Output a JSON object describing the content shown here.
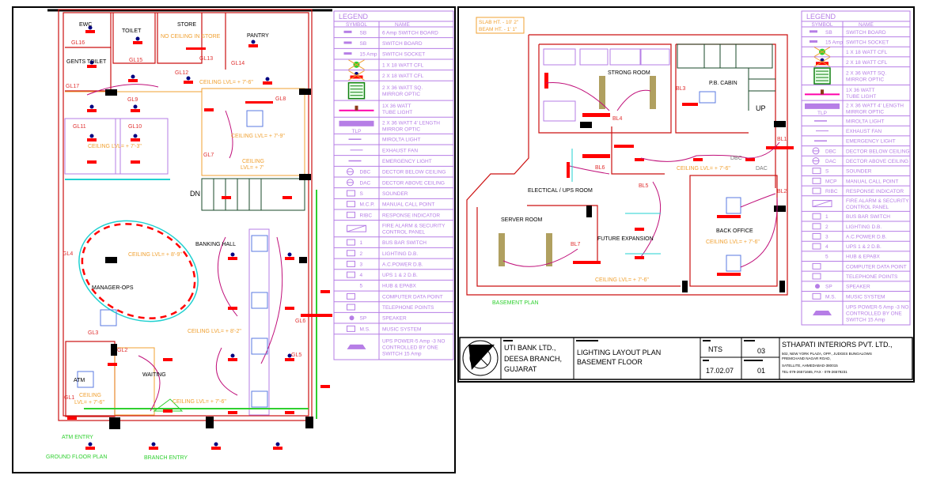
{
  "colors": {
    "wall": "#cc1010",
    "legend": "#b67ee6",
    "ceiling_text": "#f0a030",
    "circuit_label": "#e03030",
    "plan_label": "#30d030",
    "wire": "#c0107a",
    "fixture_bar": "#ff0000"
  },
  "ground_floor": {
    "title": "GROUND FLOOR PLAN",
    "rooms": {
      "ewc": "EWC",
      "toilet": "TOILET",
      "store": "STORE",
      "store_note": "NO CEILING IN STORE",
      "pantry": "PANTRY",
      "gents_toilet": "GENTS TOILET",
      "dn": "DN",
      "banking_hall": "BANKING HALL",
      "manager_ops": "MANAGER-OPS",
      "waiting": "WAITING",
      "atm": "ATM",
      "atm_entry": "ATM ENTRY",
      "branch_entry": "BRANCH ENTRY"
    },
    "ceilings": {
      "c1": "CEILING LVL= + 7'-6\"",
      "c2": "CEILING LVL= + 7'-9\"",
      "c3": "CEILING LVL= + 7'-3\"",
      "c4a": "CEILING",
      "c4b": "LVL= + 7'",
      "c5": "CEILING LVL= + 8'-9\"",
      "c6": "CEILING LVL= + 8'-2\"",
      "c7a": "CEILING",
      "c7b": "LVL= + 7'-6\"",
      "c8": "CEILING LVL= + 7'-6\""
    },
    "circuits": {
      "gl1": "GL1",
      "gl2": "GL2",
      "gl3": "GL3",
      "gl4": "GL4",
      "gl5": "GL5",
      "gl6": "GL6",
      "gl7": "GL7",
      "gl8": "GL8",
      "gl9": "GL9",
      "gl10": "GL10",
      "gl11": "GL11",
      "gl12": "GL12",
      "gl13": "GL13",
      "gl14": "GL14",
      "gl15": "GL15",
      "gl16": "GL16",
      "gl17": "GL17"
    }
  },
  "basement": {
    "title": "BASEMENT PLAN",
    "slab": "SLAB HT. - 10' 2\"",
    "beam": "BEAM HT. - 1' 1\"",
    "rooms": {
      "strong_room": "STRONG ROOM",
      "pb_cabin": "P.B. CABIN",
      "up": "UP",
      "electrical": "ELECTICAL / UPS ROOM",
      "server_room": "SERVER ROOM",
      "future": "FUTURE EXPANSION",
      "back_office": "BACK OFFICE",
      "dbc": "DBC",
      "dac": "DAC"
    },
    "ceilings": {
      "c1": "CEILING LVL= + 7'-6\"",
      "c2": "CEILING LVL= + 7'-6\"",
      "c3": "CEILING LVL= + 7'-6\""
    },
    "circuits": {
      "bl1": "BL1",
      "bl2": "BL2",
      "bl3": "BL3",
      "bl4": "BL4",
      "bl5": "BL5",
      "bl6": "BL6",
      "bl7": "BL7"
    }
  },
  "legend_left": {
    "title": "LEGEND",
    "col_symbol": "SYMBOL",
    "col_name": "NAME",
    "rows": [
      {
        "icon": "switch-board-6a-icon",
        "sym": "SB",
        "name": [
          "6 Amp SWITCH BOARD"
        ]
      },
      {
        "icon": "switch-board-icon",
        "sym": "SB",
        "name": [
          "SWITCH BOARD"
        ]
      },
      {
        "icon": "switch-socket-icon",
        "sym": "15 Amp",
        "name": [
          "SWITCH SOCKET"
        ]
      },
      {
        "icon": "cfl-1x18-icon",
        "sym": "",
        "name": [
          "1 X 18 WATT CFL"
        ]
      },
      {
        "icon": "cfl-2x18-icon",
        "sym": "",
        "name": [
          "2 X 18 WATT CFL"
        ]
      },
      {
        "icon": "square-mirror-optic-icon",
        "sym": "",
        "name": [
          "2 X 36 WATT SQ.",
          "MIRROR OPTIC"
        ]
      },
      {
        "icon": "tube-light-icon",
        "sym": "",
        "name": [
          "1X 36 WATT",
          "TUBE LIGHT"
        ]
      },
      {
        "icon": "mirror-optic-4ft-icon",
        "sym": "TLP",
        "name": [
          "2 X 36 WATT 4'  LENGTH",
          "MIRROR OPTIC"
        ]
      },
      {
        "icon": "mirolta-light-icon",
        "sym": "",
        "name": [
          "MIROLTA LIGHT"
        ]
      },
      {
        "icon": "exhaust-fan-icon",
        "sym": "",
        "name": [
          "EXHAUST FAN"
        ]
      },
      {
        "icon": "emergency-light-icon",
        "sym": "",
        "name": [
          "EMERGENCY LIGHT"
        ]
      },
      {
        "icon": "detector-below-ceiling-icon",
        "sym": "DBC",
        "name": [
          "DECTOR BELOW CEILING"
        ]
      },
      {
        "icon": "detector-above-ceiling-icon",
        "sym": "DAC",
        "name": [
          "DECTOR ABOVE CEILING"
        ]
      },
      {
        "icon": "sounder-icon",
        "sym": "S",
        "name": [
          "SOUNDER"
        ]
      },
      {
        "icon": "manual-call-point-icon",
        "sym": "M.C.P.",
        "name": [
          "MANUAL CALL POINT"
        ]
      },
      {
        "icon": "response-indicator-icon",
        "sym": "RIBC",
        "name": [
          "RESPONSE INDICATOR"
        ]
      },
      {
        "icon": "fire-alarm-panel-icon",
        "sym": "",
        "name": [
          "FIRE ALARM & SECURITY",
          "CONTROL PANEL"
        ]
      },
      {
        "icon": "bus-bar-switch-icon",
        "sym": "1",
        "name": [
          "BUS BAR SWITCH"
        ]
      },
      {
        "icon": "lighting-db-icon",
        "sym": "2",
        "name": [
          "LIGHTING D.B."
        ]
      },
      {
        "icon": "ac-power-db-icon",
        "sym": "3",
        "name": [
          "A.C.POWER D.B."
        ]
      },
      {
        "icon": "ups-db-icon",
        "sym": "4",
        "name": [
          "UPS 1 & 2 D.B."
        ]
      },
      {
        "icon": "hub-epabx-icon",
        "sym": "5",
        "name": [
          "HUB & EPABX"
        ]
      },
      {
        "icon": "computer-data-point-icon",
        "sym": "",
        "name": [
          "COMPUTER DATA POINT"
        ]
      },
      {
        "icon": "telephone-point-icon",
        "sym": "",
        "name": [
          "TELEPHONE POINTS"
        ]
      },
      {
        "icon": "speaker-icon",
        "sym": "SP",
        "name": [
          "SPEAKER"
        ]
      },
      {
        "icon": "music-system-icon",
        "sym": "M.S.",
        "name": [
          "MUSIC SYSTEM"
        ]
      },
      {
        "icon": "ups-power-icon",
        "sym": "",
        "name": [
          "UPS POWER-5 Amp -3 NO",
          "CONTROLLED BY ONE",
          "SWITCH 15 Amp"
        ]
      }
    ]
  },
  "legend_right": {
    "title": "LEGEND",
    "col_symbol": "SYMBOL",
    "col_name": "NAME",
    "rows": [
      {
        "icon": "switch-board-icon",
        "sym": "SB",
        "name": [
          "SWITCH BOARD"
        ]
      },
      {
        "icon": "switch-socket-icon",
        "sym": "15 Amp",
        "name": [
          "SWITCH SOCKET"
        ]
      },
      {
        "icon": "cfl-1x18-icon",
        "sym": "",
        "name": [
          "1 X 18 WATT CFL"
        ]
      },
      {
        "icon": "cfl-2x18-icon",
        "sym": "",
        "name": [
          "2 X 18 WATT CFL"
        ]
      },
      {
        "icon": "square-mirror-optic-icon",
        "sym": "",
        "name": [
          "2 X 36 WATT SQ.",
          "MIRROR OPTIC"
        ]
      },
      {
        "icon": "tube-light-icon",
        "sym": "",
        "name": [
          "1X 36 WATT",
          "TUBE LIGHT"
        ]
      },
      {
        "icon": "mirror-optic-4ft-icon",
        "sym": "TLP",
        "name": [
          "2 X 36 WATT 4'  LENGTH",
          "MIRROR OPTIC"
        ]
      },
      {
        "icon": "mirolta-light-icon",
        "sym": "",
        "name": [
          "MIROLTA LIGHT"
        ]
      },
      {
        "icon": "exhaust-fan-icon",
        "sym": "",
        "name": [
          "EXHAUST FAN"
        ]
      },
      {
        "icon": "emergency-light-icon",
        "sym": "",
        "name": [
          "EMERGENCY LIGHT"
        ]
      },
      {
        "icon": "detector-below-ceiling-icon",
        "sym": "DBC",
        "name": [
          "DECTOR BELOW CEILING"
        ]
      },
      {
        "icon": "detector-above-ceiling-icon",
        "sym": "DAC",
        "name": [
          "DECTOR ABOVE CEILING"
        ]
      },
      {
        "icon": "sounder-icon",
        "sym": "S",
        "name": [
          "SOUNDER"
        ]
      },
      {
        "icon": "manual-call-point-icon",
        "sym": "MCP",
        "name": [
          "MANUAL CALL POINT"
        ]
      },
      {
        "icon": "response-indicator-icon",
        "sym": "RIBC",
        "name": [
          "RESPONSE INDICATOR"
        ]
      },
      {
        "icon": "fire-alarm-panel-icon",
        "sym": "",
        "name": [
          "FIRE ALARM & SECURITY",
          "CONTROL PANEL"
        ]
      },
      {
        "icon": "bus-bar-switch-icon",
        "sym": "1",
        "name": [
          "BUS BAR SWITCH"
        ]
      },
      {
        "icon": "lighting-db-icon",
        "sym": "2",
        "name": [
          "LIGHTING D.B."
        ]
      },
      {
        "icon": "ac-power-db-icon",
        "sym": "3",
        "name": [
          "A.C.POWER D.B."
        ]
      },
      {
        "icon": "ups-db-icon",
        "sym": "4",
        "name": [
          "UPS 1 & 2 D.B."
        ]
      },
      {
        "icon": "hub-epabx-icon",
        "sym": "5",
        "name": [
          "HUB & EPABX"
        ]
      },
      {
        "icon": "computer-data-point-icon",
        "sym": "",
        "name": [
          "COMPUTER DATA POINT"
        ]
      },
      {
        "icon": "telephone-point-icon",
        "sym": "",
        "name": [
          "TELEPHONE POINTS"
        ]
      },
      {
        "icon": "speaker-icon",
        "sym": "SP",
        "name": [
          "SPEAKER"
        ]
      },
      {
        "icon": "music-system-icon",
        "sym": "M.S.",
        "name": [
          "MUSIC SYSTEM"
        ]
      },
      {
        "icon": "ups-power-icon",
        "sym": "",
        "name": [
          "UPS POWER-5 Amp -3 NO",
          "CONTROLLED BY ONE",
          "SWITCH 15 Amp"
        ]
      }
    ]
  },
  "title_block": {
    "client": [
      "UTI BANK LTD.,",
      "DEESA BRANCH,",
      "GUJARAT"
    ],
    "drawing": [
      "LIGHTING LAYOUT PLAN",
      "BASEMENT FLOOR"
    ],
    "scale": "NTS",
    "date": "17.02.07",
    "sheet": "03",
    "revision": "01",
    "company": "STHAPATI INTERIORS PVT. LTD.,",
    "address": [
      "502, NEW YORK PLAZA, OPP., JUDGES BUNGALOWS",
      "PREMCHAND NAGAR ROAD,",
      "SATELLITE, AHMEDABAD-380015",
      "TEL-079-26571665, FAX - 079-26579231"
    ]
  }
}
